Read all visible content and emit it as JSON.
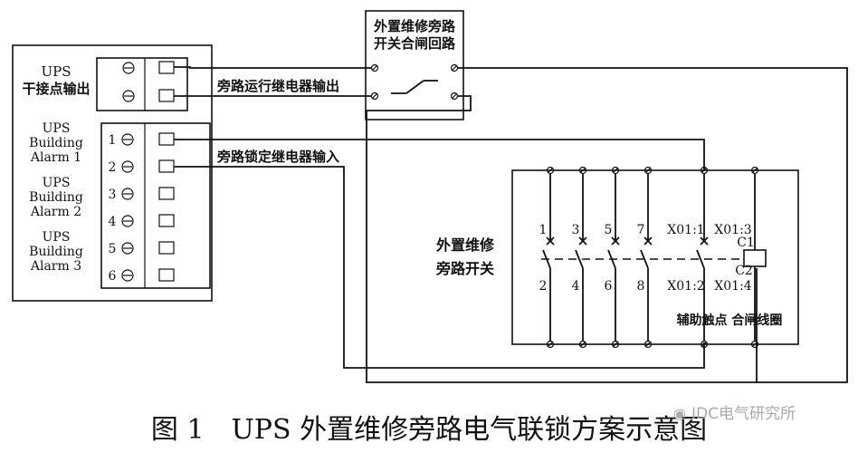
{
  "ups_panel": {
    "dry_contact_label": [
      "UPS",
      "干接点输出"
    ],
    "alarm_groups": [
      [
        "UPS",
        "Building",
        "Alarm 1"
      ],
      [
        "UPS",
        "Building",
        "Alarm 2"
      ],
      [
        "UPS",
        "Building",
        "Alarm 3"
      ]
    ],
    "terminal_numbers": [
      "1",
      "2",
      "3",
      "4",
      "5",
      "6"
    ]
  },
  "bypass_loop_box": {
    "title": [
      "外置维修旁路",
      "开关合闸回路"
    ]
  },
  "wire_labels": {
    "bypass_running_relay_output": "旁路运行继电器输出",
    "bypass_lock_relay_input": "旁路锁定继电器输入"
  },
  "switch_box": {
    "title": [
      "外置维修",
      "旁路开关"
    ],
    "top_terminals": [
      "1",
      "3",
      "5",
      "7",
      "X01:1",
      "X01:3"
    ],
    "bottom_terminals": [
      "2",
      "4",
      "6",
      "8",
      "X01:2",
      "X01:4"
    ],
    "coil_labels": [
      "C1",
      "C2"
    ],
    "footer": "辅助触点 合闸线圈"
  },
  "caption": "图 1　UPS 外置维修旁路电气联锁方案示意图",
  "watermark": "IDC电气研究所"
}
